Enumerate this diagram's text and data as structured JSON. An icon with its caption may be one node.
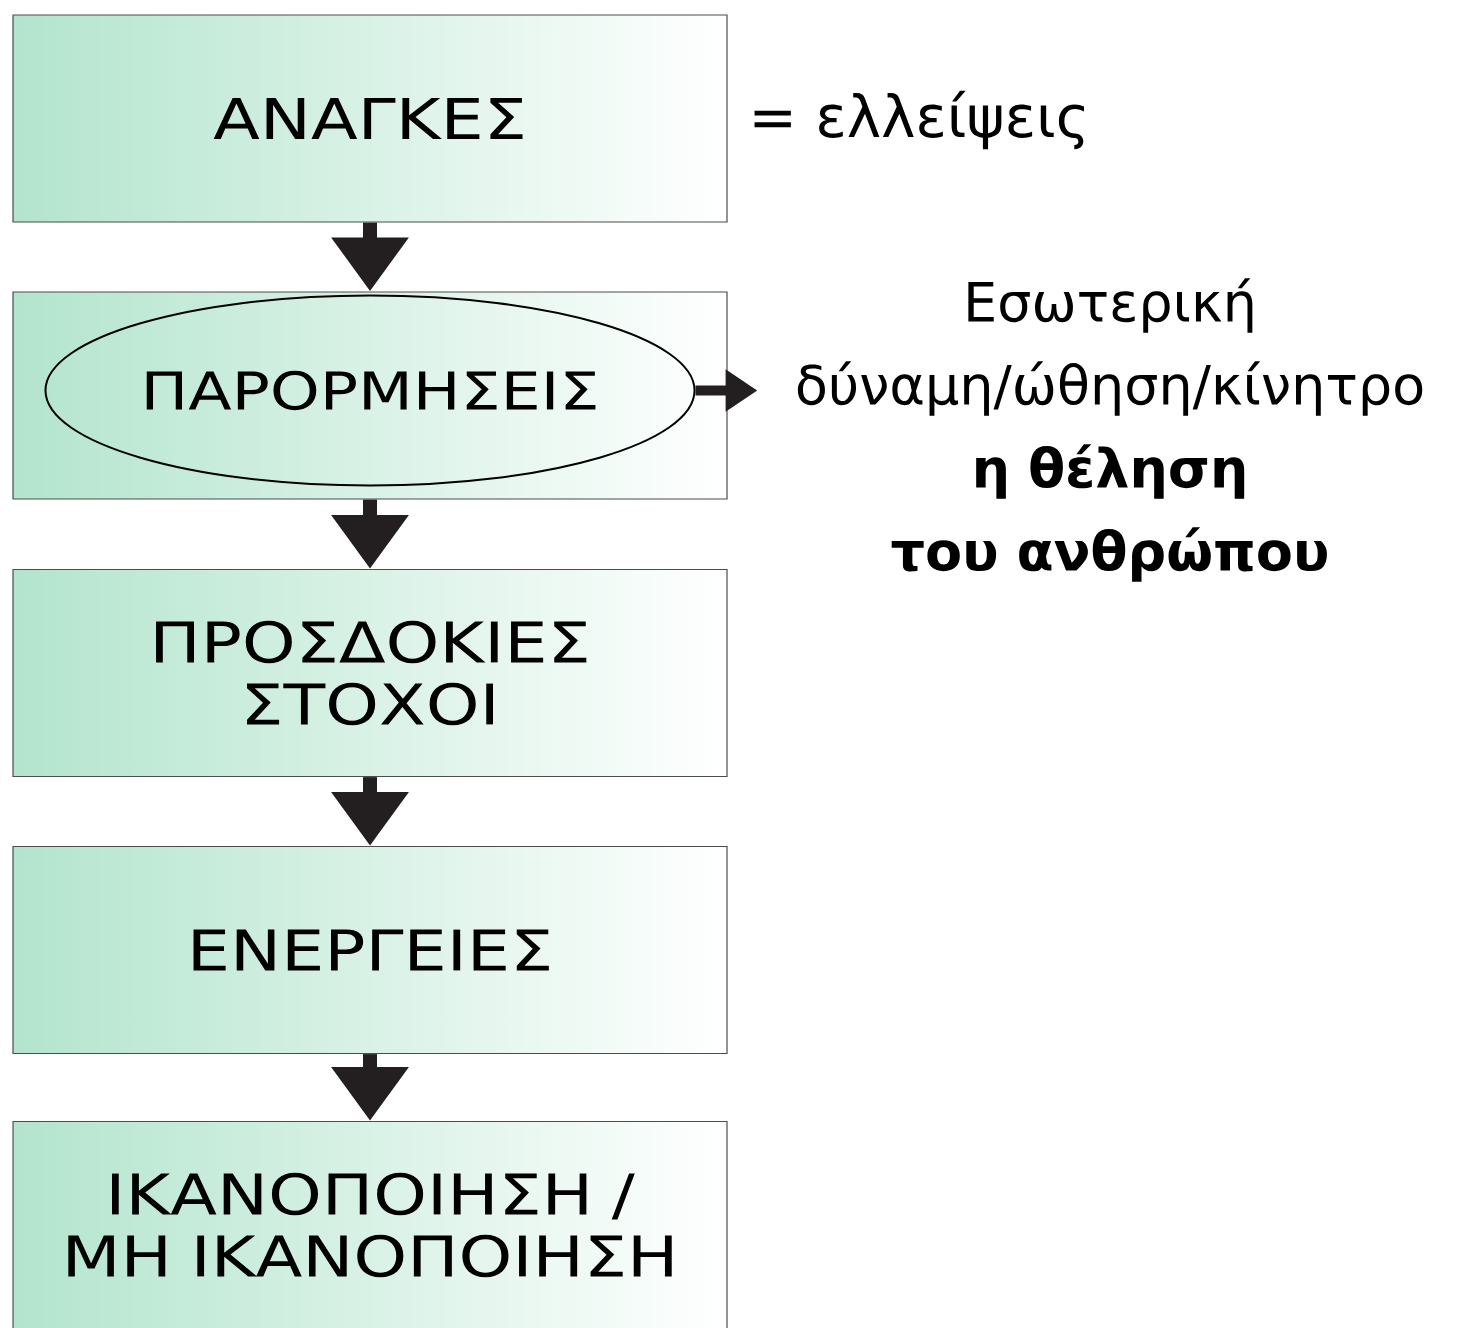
{
  "diagram": {
    "nodes": [
      {
        "text": [
          "ΑΝΑΓΚΕΣ"
        ],
        "beside": [
          "= ελλείψεις"
        ]
      },
      {
        "text": [],
        "shape": "box"
      },
      {
        "text": [
          "ΠΑΡΟΡΜΗΣΕΙΣ"
        ],
        "in": 1
      },
      {
        "text": [
          "Εσωτερική δύναμη/ώθηση/κίνητρο",
          "η θέληση του ανθρώπου"
        ]
      },
      {
        "text": [
          "ΠΡΟΣΔΟΚΙΕΣ ΣΤΟΧΟΙ"
        ]
      },
      {
        "text": [
          "ΕΝΕΡΓΕΙΕΣ"
        ]
      },
      {
        "text": [
          "ΙΚΑΝΟΠΟΙΗΣΗ / ΜΗ ΙΚΑΝΟΠΟΙΗΣΗ"
        ]
      }
    ],
    "edges": [
      {
        "from": 0,
        "to": 1,
        "arrow": "to"
      },
      {
        "from": 2,
        "to": 3,
        "arrow": "to"
      },
      {
        "from": 1,
        "to": 4,
        "arrow": "to"
      },
      {
        "from": 4,
        "to": 5,
        "arrow": "to"
      },
      {
        "from": 5,
        "to": 6,
        "arrow": "to"
      }
    ]
  }
}
